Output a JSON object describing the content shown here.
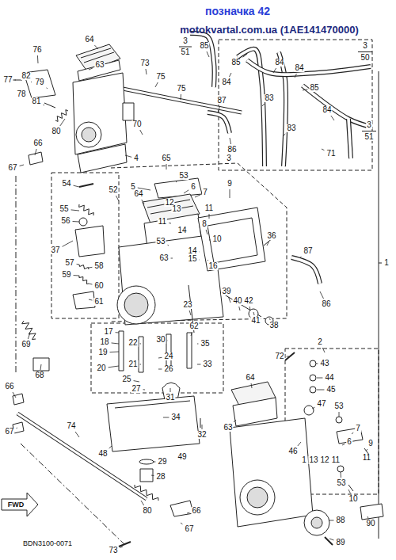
{
  "diagram": {
    "labels": [
      "позначка 42",
      "motokvartal.com.ua (1AE141470000)",
      "64",
      "76",
      "63",
      "73",
      "75",
      "3",
      "51",
      "85",
      "3",
      "50",
      "85",
      "84",
      "84",
      "85",
      "84",
      "83",
      "83",
      "84",
      "3",
      "51",
      "71",
      "87",
      "86",
      "75",
      "70",
      "77",
      "82",
      "79",
      "78",
      "81",
      "80",
      "66",
      "67",
      "4",
      "65",
      "3",
      "53",
      "5",
      "6",
      "7",
      "9",
      "52",
      "54",
      "64",
      "12",
      "11",
      "8",
      "55",
      "13",
      "56",
      "11",
      "14",
      "10",
      "36",
      "37",
      "53",
      "63",
      "14",
      "15",
      "57",
      "58",
      "59",
      "60",
      "61",
      "16",
      "87",
      "86",
      "23",
      "39",
      "40",
      "42",
      "41",
      "38",
      "69",
      "68",
      "17",
      "18",
      "19",
      "20",
      "22",
      "21",
      "30",
      "24",
      "26",
      "62",
      "35",
      "33",
      "72",
      "2",
      "43",
      "44",
      "45",
      "25",
      "27",
      "31",
      "34",
      "32",
      "47",
      "53",
      "7",
      "66",
      "67",
      "74",
      "48",
      "49",
      "29",
      "28",
      "64",
      "63",
      "46",
      "1",
      "13",
      "12",
      "11",
      "6",
      "9",
      "11",
      "53",
      "10",
      "80",
      "66",
      "67",
      "73",
      "88",
      "89",
      "90",
      "1",
      "FWD",
      "BDN3100-0071"
    ]
  }
}
